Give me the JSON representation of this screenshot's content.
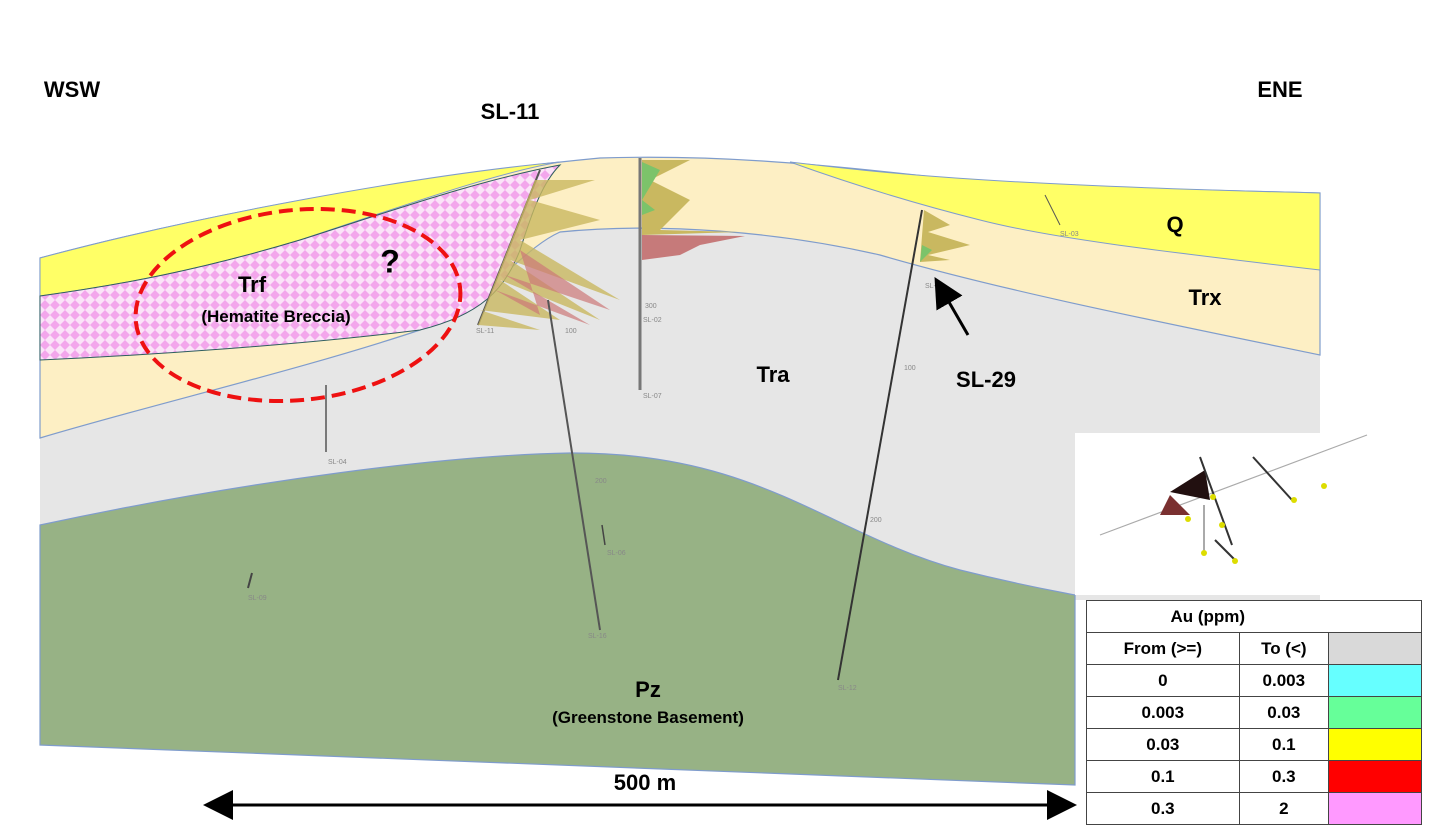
{
  "orientation": {
    "left": "WSW",
    "right": "ENE"
  },
  "callouts": {
    "sl11": "SL-11",
    "sl29": "SL-29",
    "question": "?"
  },
  "units": {
    "q": {
      "code": "Q",
      "color": "#ffff66"
    },
    "trx": {
      "code": "Trx",
      "color": "#fdefc4"
    },
    "tra": {
      "code": "Tra",
      "color": "#e6e6e6"
    },
    "trf": {
      "code": "Trf",
      "name": "(Hematite Breccia)",
      "color": "#f7b6f0"
    },
    "pz": {
      "code": "Pz",
      "name": "(Greenstone Basement)",
      "color": "#97b285"
    }
  },
  "scale_bar": {
    "label": "500 m"
  },
  "drillholes": [
    "SL-11",
    "SL-02",
    "SL-07",
    "SL-29",
    "SL-03",
    "SL-04",
    "SL-09",
    "SL-06",
    "SL-16",
    "SL-12"
  ],
  "depth_marks": [
    "100",
    "200",
    "300"
  ],
  "legend": {
    "title": "Au (ppm)",
    "col_from": "From (>=)",
    "col_to": "To (<)",
    "header_color": "#d9d9d9",
    "rows": [
      {
        "from": "0",
        "to": "0.003",
        "color": "#66ffff"
      },
      {
        "from": "0.003",
        "to": "0.03",
        "color": "#66ff99"
      },
      {
        "from": "0.03",
        "to": "0.1",
        "color": "#ffff00"
      },
      {
        "from": "0.1",
        "to": "0.3",
        "color": "#ff0000"
      },
      {
        "from": "0.3",
        "to": "2",
        "color": "#ff99ff"
      }
    ]
  }
}
